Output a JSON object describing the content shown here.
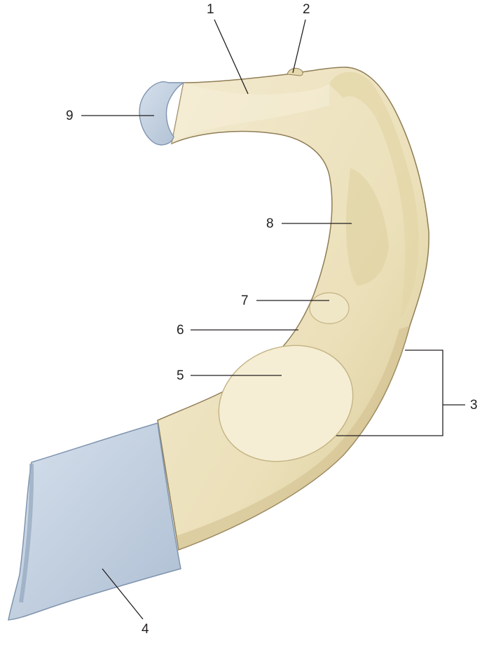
{
  "labels": {
    "l1": "1",
    "l2": "2",
    "l3": "3",
    "l4": "4",
    "l5": "5",
    "l6": "6",
    "l7": "7",
    "l8": "8",
    "l9": "9"
  },
  "colors": {
    "bone": "#ede2bc",
    "bone_shadow": "#c9b989",
    "bone_outline": "#8f7d55",
    "cartilage": "#c6d3e2",
    "cartilage_edge": "#7f94ae",
    "leader": "#231f20"
  }
}
